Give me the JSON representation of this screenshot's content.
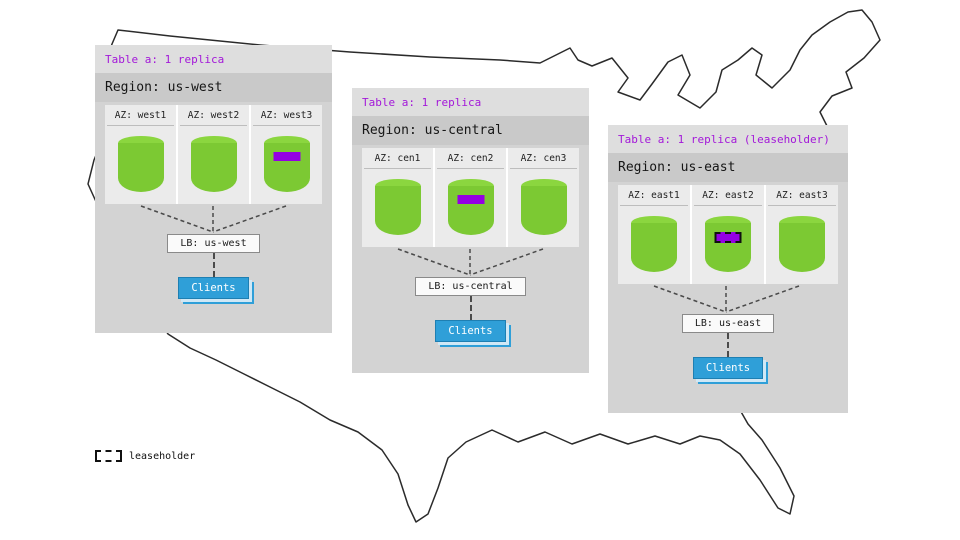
{
  "regions": [
    {
      "table_label": "Table a: 1 replica",
      "title": "Region: us-west",
      "azs": [
        {
          "label": "AZ: west1",
          "replica": false
        },
        {
          "label": "AZ: west2",
          "replica": false
        },
        {
          "label": "AZ: west3",
          "replica": true,
          "leaseholder": false
        }
      ],
      "lb_label": "LB: us-west",
      "clients_label": "Clients"
    },
    {
      "table_label": "Table a: 1 replica",
      "title": "Region: us-central",
      "azs": [
        {
          "label": "AZ: cen1",
          "replica": false
        },
        {
          "label": "AZ: cen2",
          "replica": true,
          "leaseholder": false
        },
        {
          "label": "AZ: cen3",
          "replica": false
        }
      ],
      "lb_label": "LB: us-central",
      "clients_label": "Clients"
    },
    {
      "table_label": "Table a: 1 replica (leaseholder)",
      "title": "Region: us-east",
      "azs": [
        {
          "label": "AZ: east1",
          "replica": false
        },
        {
          "label": "AZ: east2",
          "replica": true,
          "leaseholder": true
        },
        {
          "label": "AZ: east3",
          "replica": false
        }
      ],
      "lb_label": "LB: us-east",
      "clients_label": "Clients"
    }
  ],
  "legend": {
    "label": "leaseholder"
  },
  "colors": {
    "cylinder_green": "#7CC933",
    "cylinder_top_green": "#8BD63F",
    "replica_purple": "#9400E3",
    "table_label_purple": "#A318D9",
    "clients_blue": "#2F9FD8",
    "panel_gray": "#D3D3D3",
    "panel_header_gray": "#DEDEDE",
    "region_band_gray": "#C9C9C9",
    "az_box_gray": "#EBEBEB"
  }
}
